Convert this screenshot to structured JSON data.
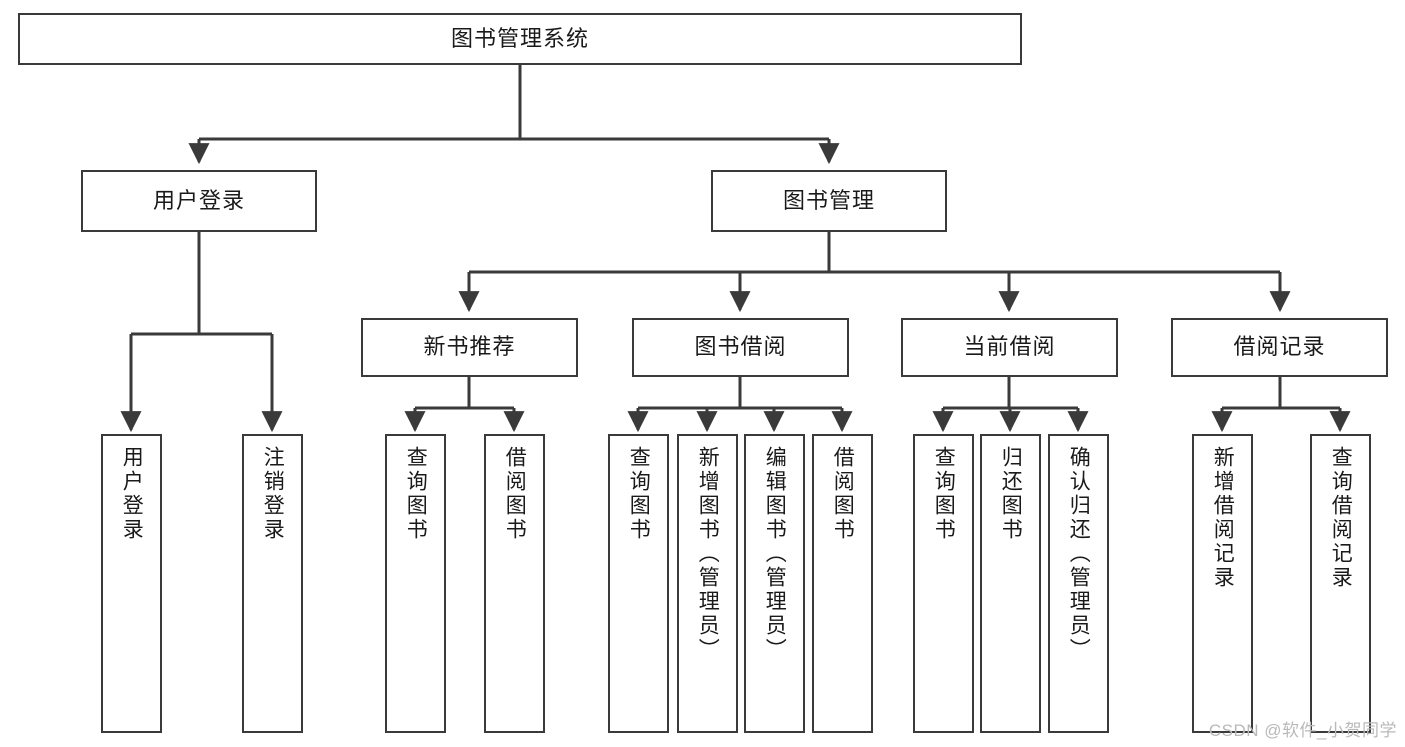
{
  "diagram": {
    "type": "tree",
    "title": "图书管理系统",
    "watermark": "CSDN @软件_小贺同学",
    "colors": {
      "box_border": "#3a3a3a",
      "box_fill": "#ffffff",
      "edge": "#3a3a3a",
      "text": "#1a1a1a",
      "watermark": "#b9b9b9"
    },
    "nodes": {
      "root": {
        "label": "图书管理系统",
        "orientation": "horizontal"
      },
      "level2": [
        {
          "label": "用户登录",
          "orientation": "horizontal"
        },
        {
          "label": "图书管理",
          "orientation": "horizontal"
        }
      ],
      "level3": [
        {
          "label": "新书推荐",
          "orientation": "horizontal"
        },
        {
          "label": "图书借阅",
          "orientation": "horizontal"
        },
        {
          "label": "当前借阅",
          "orientation": "horizontal"
        },
        {
          "label": "借阅记录",
          "orientation": "horizontal"
        }
      ],
      "leaves_user_login": [
        {
          "label": "用户登录",
          "orientation": "vertical"
        },
        {
          "label": "注销登录",
          "orientation": "vertical"
        }
      ],
      "leaves_new_book": [
        {
          "label": "查询图书",
          "orientation": "vertical"
        },
        {
          "label": "借阅图书",
          "orientation": "vertical"
        }
      ],
      "leaves_borrow": [
        {
          "label": "查询图书",
          "orientation": "vertical"
        },
        {
          "label": "新增图书（管理员）",
          "orientation": "vertical"
        },
        {
          "label": "编辑图书（管理员）",
          "orientation": "vertical"
        },
        {
          "label": "借阅图书",
          "orientation": "vertical"
        }
      ],
      "leaves_current": [
        {
          "label": "查询图书",
          "orientation": "vertical"
        },
        {
          "label": "归还图书",
          "orientation": "vertical"
        },
        {
          "label": "确认归还（管理员）",
          "orientation": "vertical"
        }
      ],
      "leaves_records": [
        {
          "label": "新增借阅记录",
          "orientation": "vertical"
        },
        {
          "label": "查询借阅记录",
          "orientation": "vertical"
        }
      ]
    }
  }
}
